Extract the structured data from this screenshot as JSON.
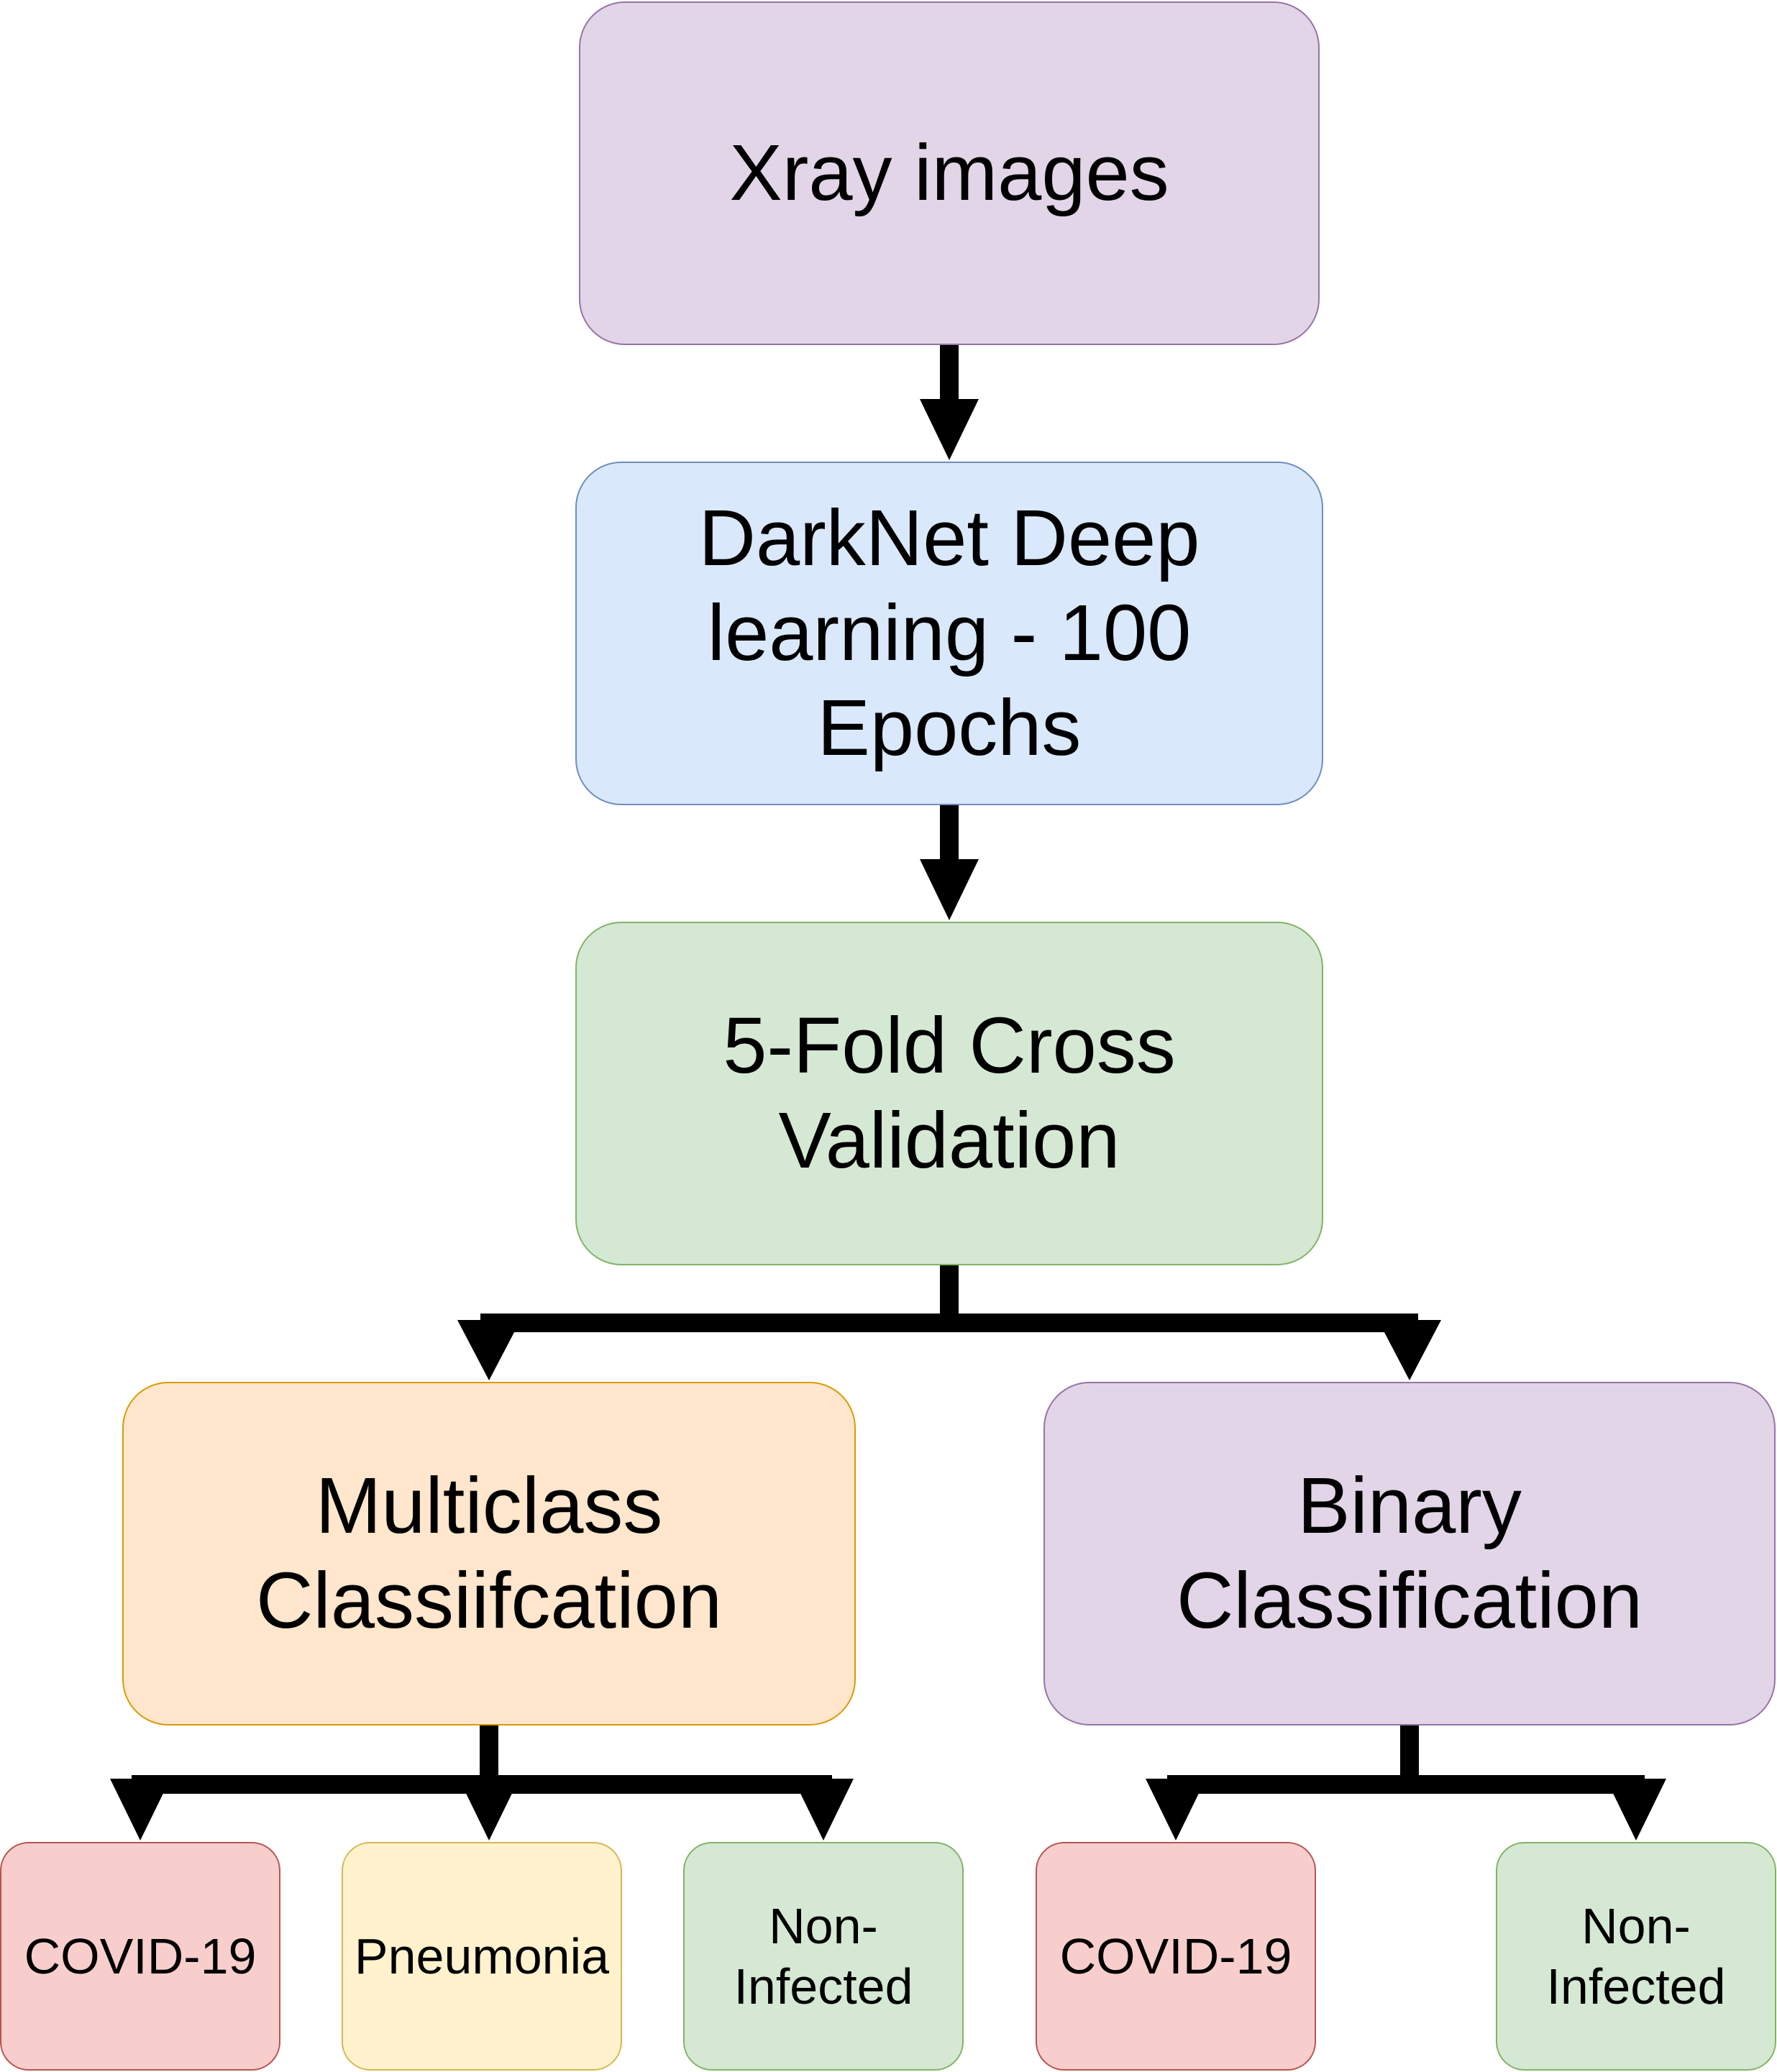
{
  "colors": {
    "purple_fill": "#e1d5e7",
    "purple_border": "#9673a6",
    "blue_fill": "#dae8fc",
    "blue_border": "#6c8ebf",
    "green_fill": "#d5e8d4",
    "green_border": "#82b366",
    "orange_fill": "#ffe6cc",
    "orange_border": "#d79b00",
    "red_fill": "#f8cecc",
    "red_border": "#b85450",
    "yellow_fill": "#fff2cc",
    "yellow_border": "#d6b656",
    "connector": "#000000"
  },
  "nodes": {
    "xray": {
      "label": "Xray images",
      "fill": "#e1d5e7",
      "border": "#9673a6"
    },
    "darknet": {
      "label": "DarkNet Deep\nlearning - 100\nEpochs",
      "fill": "#dae8fc",
      "border": "#6c8ebf"
    },
    "crossval": {
      "label": "5-Fold Cross\nValidation",
      "fill": "#d5e8d4",
      "border": "#82b366"
    },
    "multiclass": {
      "label": "Multiclass\nClassiifcation",
      "fill": "#ffe6cc",
      "border": "#d79b00"
    },
    "binary": {
      "label": "Binary\nClassification",
      "fill": "#e1d5e7",
      "border": "#9673a6"
    },
    "multi_covid": {
      "label": "COVID-19",
      "fill": "#f8cecc",
      "border": "#b85450"
    },
    "multi_pneumonia": {
      "label": "Pneumonia",
      "fill": "#fff2cc",
      "border": "#d6b656"
    },
    "multi_noninfected": {
      "label": "Non-\nInfected",
      "fill": "#d5e8d4",
      "border": "#82b366"
    },
    "binary_covid": {
      "label": "COVID-19",
      "fill": "#f8cecc",
      "border": "#b85450"
    },
    "binary_noninfected": {
      "label": "Non-\nInfected",
      "fill": "#d5e8d4",
      "border": "#82b366"
    }
  },
  "edges": [
    {
      "from": "xray",
      "to": "darknet"
    },
    {
      "from": "darknet",
      "to": "crossval"
    },
    {
      "from": "crossval",
      "to": "multiclass"
    },
    {
      "from": "crossval",
      "to": "binary"
    },
    {
      "from": "multiclass",
      "to": "multi_covid"
    },
    {
      "from": "multiclass",
      "to": "multi_pneumonia"
    },
    {
      "from": "multiclass",
      "to": "multi_noninfected"
    },
    {
      "from": "binary",
      "to": "binary_covid"
    },
    {
      "from": "binary",
      "to": "binary_noninfected"
    }
  ]
}
